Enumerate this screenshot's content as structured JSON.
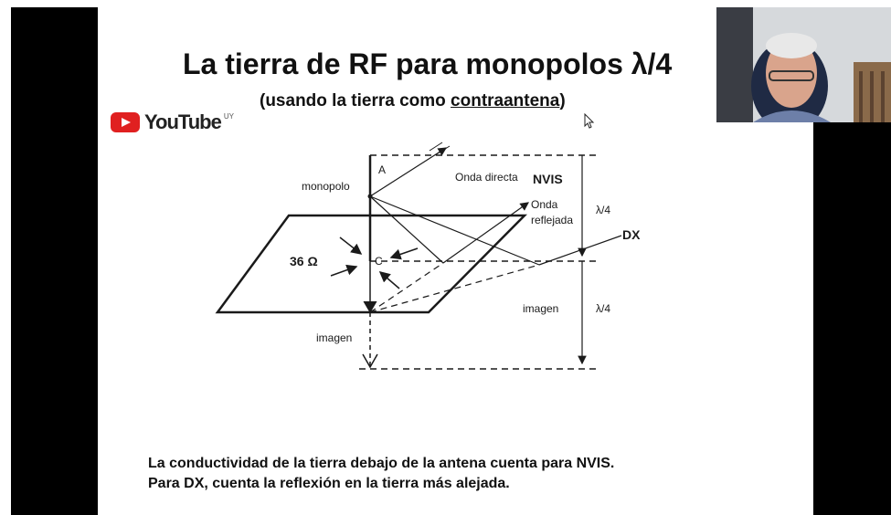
{
  "slide": {
    "title": "La tierra de RF para monopolos λ/4",
    "subtitle_prefix": "(usando la tierra como ",
    "subtitle_underlined": "contraantena",
    "subtitle_suffix": ")",
    "youtube_brand": "YouTube",
    "youtube_region": "UY",
    "footer_line1": "La conductividad de la tierra debajo de la antena cuenta para NVIS.",
    "footer_line2": "Para DX, cuenta la reflexión en la tierra más alejada."
  },
  "diagram": {
    "label_monopolo": "monopolo",
    "label_A": "A",
    "label_C": "C",
    "label_onda_directa": "Onda directa",
    "label_nvis": "NVIS",
    "label_onda": "Onda",
    "label_reflejada": "reflejada",
    "label_lambda_top": "λ/4",
    "label_dx": "DX",
    "label_impedance": "36  Ω",
    "label_imagen_right": "imagen",
    "label_lambda_bottom": "λ/4",
    "label_imagen_bottom": "imagen"
  },
  "colors": {
    "ink": "#1a1a1a",
    "youtube_red": "#e02020"
  }
}
